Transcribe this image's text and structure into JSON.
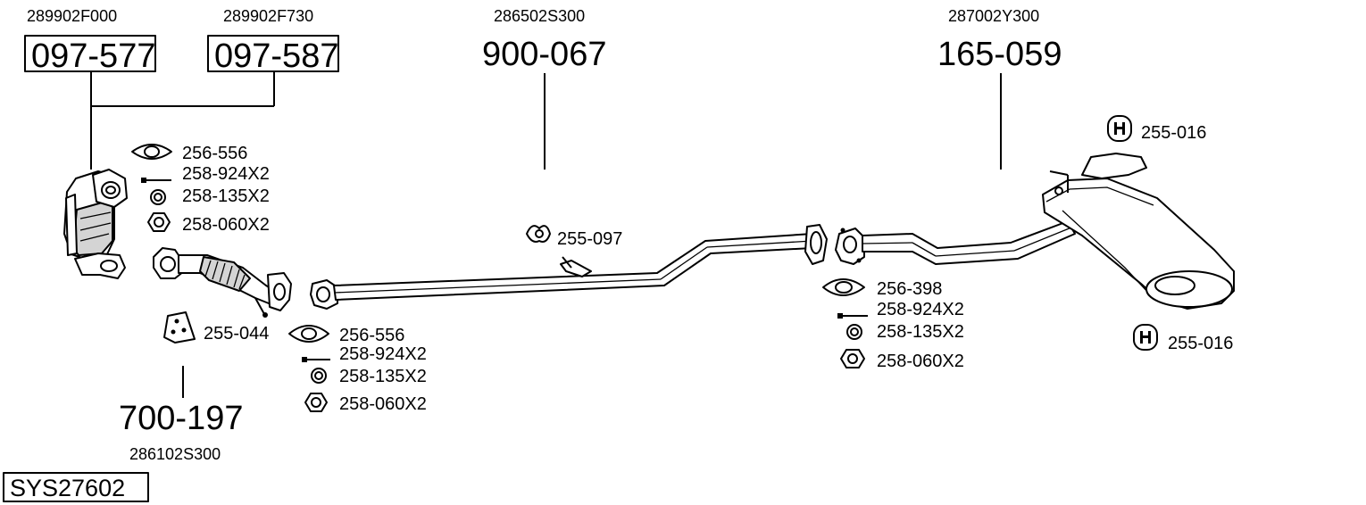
{
  "oem": {
    "cat1": "289902F000",
    "cat2": "289902F730",
    "mid": "286502S300",
    "rear": "287002Y300",
    "front": "286102S300"
  },
  "parts": {
    "cat1": "097-577",
    "cat2": "097-587",
    "mid": "900-067",
    "rear": "165-059",
    "front": "700-197"
  },
  "fittings": {
    "g1": "256-556",
    "b1": "258-924X2",
    "r1": "258-135X2",
    "n1": "258-060X2",
    "h_front": "255-044",
    "g2": "256-556",
    "b2": "258-924X2",
    "r2": "258-135X2",
    "n2": "258-060X2",
    "h_mid": "255-097",
    "g3": "256-398",
    "b3": "258-924X2",
    "r3": "258-135X2",
    "n3": "258-060X2",
    "h_rear1": "255-016",
    "h_rear2": "255-016"
  },
  "system_id": "SYS27602"
}
